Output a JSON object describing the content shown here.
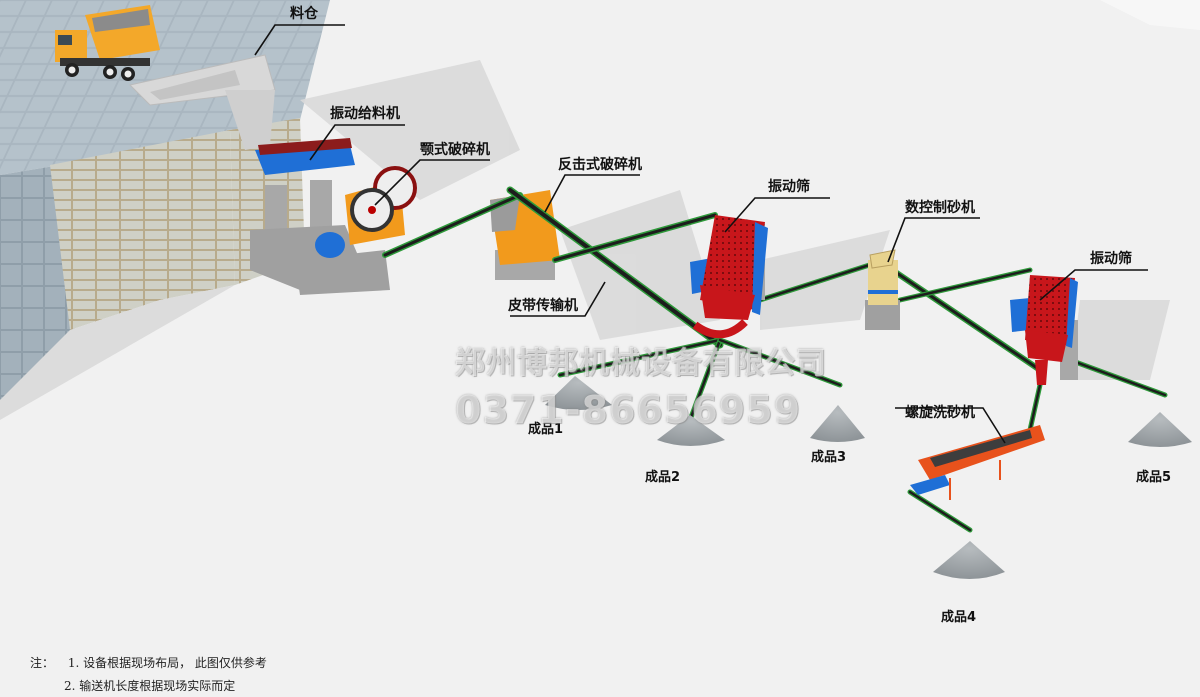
{
  "diagram": {
    "title": "砂石生产线流程图",
    "equipment_labels": {
      "hopper": "料仓",
      "vibrating_feeder": "振动给料机",
      "jaw_crusher": "颚式破碎机",
      "impact_crusher": "反击式破碎机",
      "vibrating_screen_1": "振动筛",
      "cnc_sand_maker": "数控制砂机",
      "vibrating_screen_2": "振动筛",
      "belt_conveyor": "皮带传输机",
      "spiral_sand_washer": "螺旋洗砂机"
    },
    "products": [
      "成品1",
      "成品2",
      "成品3",
      "成品4",
      "成品5"
    ],
    "watermark": {
      "company": "郑州博邦机械设备有限公司",
      "phone": "0371-86656959"
    },
    "notes": {
      "prefix": "注：",
      "items": [
        "1. 设备根据现场布局，  此图仅供参考",
        "2. 输送机长度根据现场实际而定"
      ]
    },
    "colors": {
      "conveyor_green": "#2e9a3a",
      "belt_black": "#1d1d1d",
      "screen_red": "#c8161b",
      "crusher_orange": "#f29a1c",
      "motor_blue": "#1f6fd6",
      "sand_maker_yellow": "#e8d38e",
      "washer_orange": "#e8521c",
      "truck_yellow": "#f3a82a",
      "stone_grey": "#9aa7b2"
    }
  }
}
